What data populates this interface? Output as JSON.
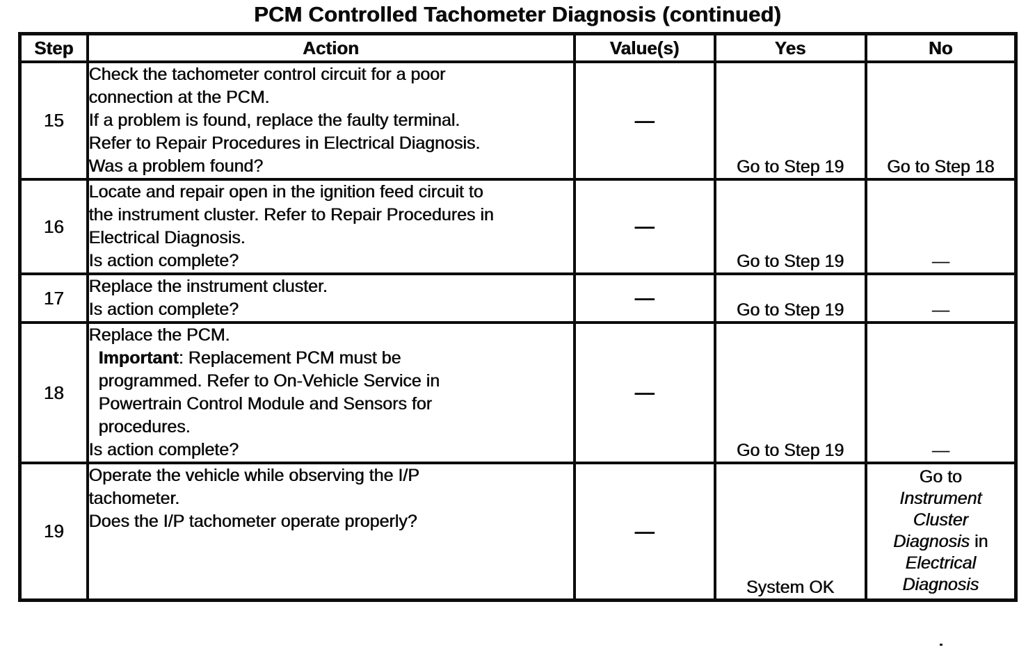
{
  "title": "PCM Controlled Tachometer Diagnosis (continued)",
  "colors": {
    "ink": "#0b0b0b",
    "paper": "#ffffff"
  },
  "table": {
    "headers": [
      "Step",
      "Action",
      "Value(s)",
      "Yes",
      "No"
    ],
    "rows": [
      {
        "step": "15",
        "action": [
          {
            "segments": [
              {
                "text": "Check the tachometer control circuit for a poor"
              }
            ]
          },
          {
            "segments": [
              {
                "text": "connection at the PCM."
              }
            ]
          },
          {
            "segments": [
              {
                "text": "If a problem is found, replace the faulty terminal."
              }
            ]
          },
          {
            "segments": [
              {
                "text": "Refer to Repair Procedures in Electrical Diagnosis."
              }
            ]
          },
          {
            "segments": [
              {
                "text": "Was a problem found?"
              }
            ]
          }
        ],
        "value": "—",
        "yes": {
          "lines": [
            [
              {
                "text": "Go to Step 19"
              }
            ]
          ]
        },
        "no": {
          "lines": [
            [
              {
                "text": "Go to Step 18"
              }
            ]
          ]
        }
      },
      {
        "step": "16",
        "action": [
          {
            "segments": [
              {
                "text": "Locate and repair open in the ignition feed circuit to"
              }
            ]
          },
          {
            "segments": [
              {
                "text": "the instrument cluster. Refer to Repair Procedures in"
              }
            ]
          },
          {
            "segments": [
              {
                "text": "Electrical Diagnosis."
              }
            ]
          },
          {
            "segments": [
              {
                "text": "Is action complete?"
              }
            ]
          }
        ],
        "value": "—",
        "yes": {
          "lines": [
            [
              {
                "text": "Go to Step 19"
              }
            ]
          ]
        },
        "no": {
          "lines": [
            [
              {
                "text": "—"
              }
            ]
          ]
        }
      },
      {
        "step": "17",
        "action": [
          {
            "segments": [
              {
                "text": "Replace the instrument cluster."
              }
            ]
          },
          {
            "segments": [
              {
                "text": "Is action complete?"
              }
            ]
          }
        ],
        "value": "—",
        "yes": {
          "lines": [
            [
              {
                "text": "Go to Step 19"
              }
            ]
          ]
        },
        "no": {
          "lines": [
            [
              {
                "text": "—"
              }
            ]
          ]
        }
      },
      {
        "step": "18",
        "action": [
          {
            "segments": [
              {
                "text": "Replace the PCM."
              }
            ]
          },
          {
            "indent": true,
            "segments": [
              {
                "text": "Important",
                "bold": true
              },
              {
                "text": ": Replacement PCM must be"
              }
            ]
          },
          {
            "indent": true,
            "segments": [
              {
                "text": "programmed. Refer to On-Vehicle Service in"
              }
            ]
          },
          {
            "indent": true,
            "segments": [
              {
                "text": "Powertrain Control Module and Sensors for"
              }
            ]
          },
          {
            "indent": true,
            "segments": [
              {
                "text": "procedures."
              }
            ]
          },
          {
            "segments": [
              {
                "text": "Is action complete?"
              }
            ]
          }
        ],
        "value": "—",
        "yes": {
          "lines": [
            [
              {
                "text": "Go to Step 19"
              }
            ]
          ]
        },
        "no": {
          "lines": [
            [
              {
                "text": "—"
              }
            ]
          ]
        }
      },
      {
        "step": "19",
        "action": [
          {
            "segments": [
              {
                "text": "Operate the vehicle while observing the I/P"
              }
            ]
          },
          {
            "segments": [
              {
                "text": "tachometer."
              }
            ]
          },
          {
            "segments": [
              {
                "text": "Does the I/P tachometer operate properly?"
              }
            ]
          }
        ],
        "value": "—",
        "yes": {
          "lines": [
            [
              {
                "text": "System OK"
              }
            ]
          ]
        },
        "no": {
          "valign": "top",
          "lines": [
            [
              {
                "text": "Go to"
              }
            ],
            [
              {
                "text": "Instrument",
                "italic": true
              }
            ],
            [
              {
                "text": "Cluster",
                "italic": true
              }
            ],
            [
              {
                "text": "Diagnosis",
                "italic": true
              },
              {
                "text": " in"
              }
            ],
            [
              {
                "text": "Electrical",
                "italic": true
              }
            ],
            [
              {
                "text": "Diagnosis",
                "italic": true
              }
            ]
          ]
        }
      }
    ]
  }
}
